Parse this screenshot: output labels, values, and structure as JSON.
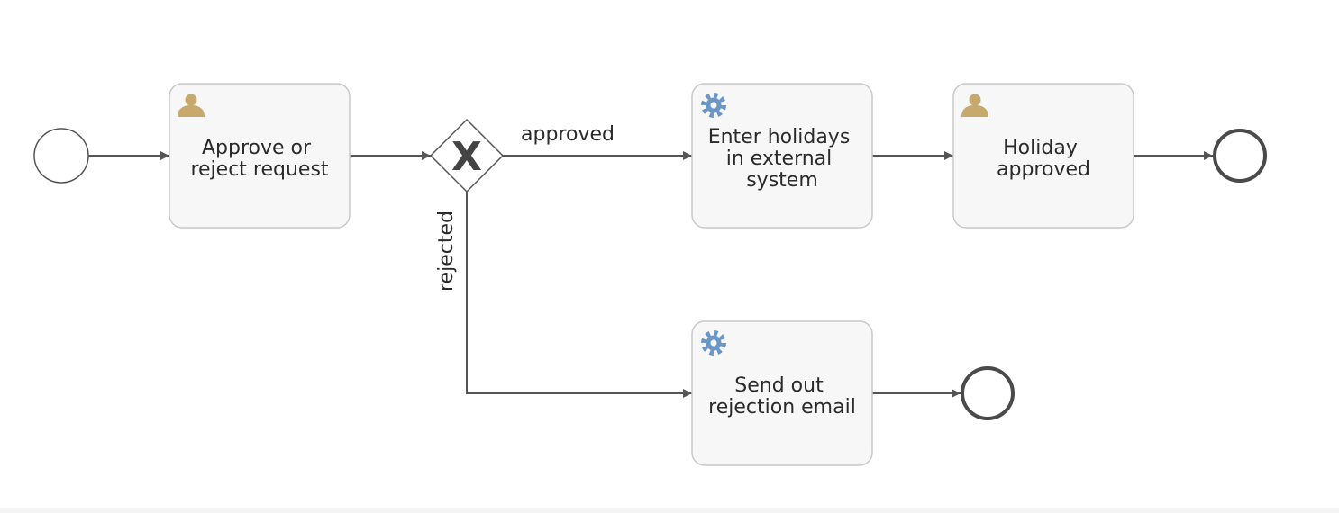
{
  "tasks": {
    "approve": {
      "lines": [
        "Approve or",
        "reject request"
      ],
      "icon": "user-icon"
    },
    "enter": {
      "lines": [
        "Enter holidays",
        "in external",
        "system"
      ],
      "icon": "gear-icon"
    },
    "holiday": {
      "lines": [
        "Holiday",
        "approved"
      ],
      "icon": "user-icon"
    },
    "reject": {
      "lines": [
        "Send out",
        "rejection email"
      ],
      "icon": "gear-icon"
    }
  },
  "gateway": {
    "symbol": "X",
    "type": "exclusive"
  },
  "flows": {
    "approved_label": "approved",
    "rejected_label": "rejected"
  },
  "colors": {
    "task_fill": "#f7f7f7",
    "task_stroke": "#c8c8c8",
    "line": "#555555",
    "user_icon": "#c7a96b",
    "service_icon": "#6b97c6",
    "end_stroke": "#4a4a4a"
  }
}
